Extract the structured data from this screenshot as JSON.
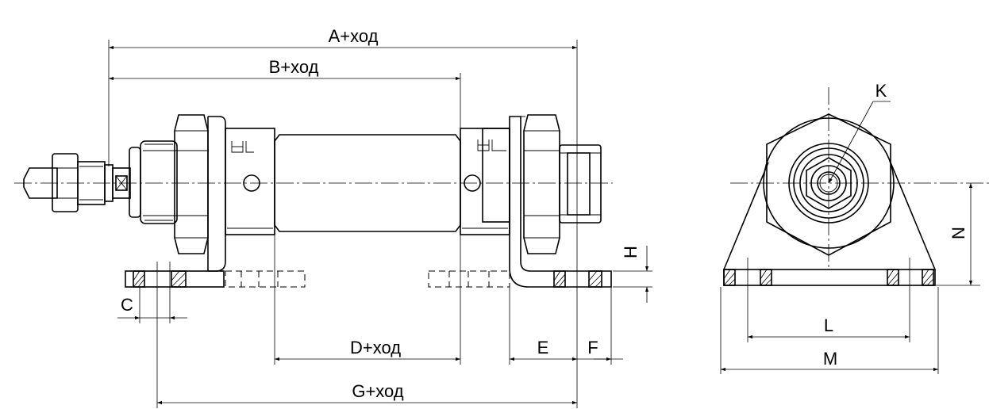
{
  "dimensions": {
    "a": "A+ход",
    "b": "B+ход",
    "c": "C",
    "d": "D+ход",
    "e": "E",
    "f": "F",
    "g": "G+ход",
    "h": "H",
    "k": "K",
    "l": "L",
    "m": "M",
    "n": "N"
  }
}
